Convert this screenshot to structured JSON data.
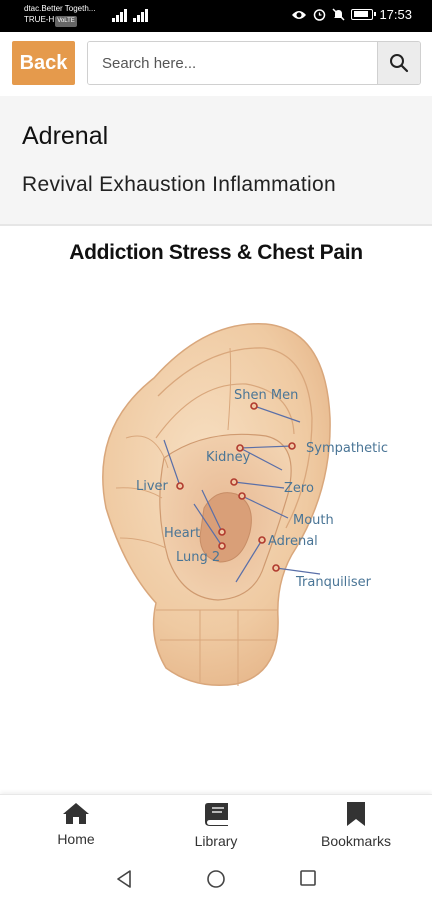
{
  "status_bar": {
    "carrier_line1": "dtac.Better Togeth...",
    "carrier_line2": "TRUE-H",
    "carrier_tag": "VoLTE",
    "time": "17:53"
  },
  "header": {
    "back_label": "Back",
    "search_placeholder": "Search here..."
  },
  "page": {
    "title": "Adrenal",
    "subtitle": "Revival Exhaustion Inflammation"
  },
  "content": {
    "heading": "Addiction Stress & Chest Pain",
    "ear_points": {
      "shen_men": "Shen Men",
      "sympathetic": "Sympathetic",
      "kidney": "Kidney",
      "liver": "Liver",
      "zero": "Zero",
      "mouth": "Mouth",
      "heart": "Heart",
      "adrenal": "Adrenal",
      "lung2": "Lung 2",
      "tranquiliser": "Tranquiliser"
    }
  },
  "bottom_nav": {
    "items": [
      {
        "label": "Home",
        "icon": "home-icon"
      },
      {
        "label": "Library",
        "icon": "book-icon"
      },
      {
        "label": "Bookmarks",
        "icon": "bookmark-icon"
      }
    ]
  },
  "colors": {
    "accent": "#e59a4c",
    "label": "#4a7596",
    "point": "#b03a2e"
  }
}
